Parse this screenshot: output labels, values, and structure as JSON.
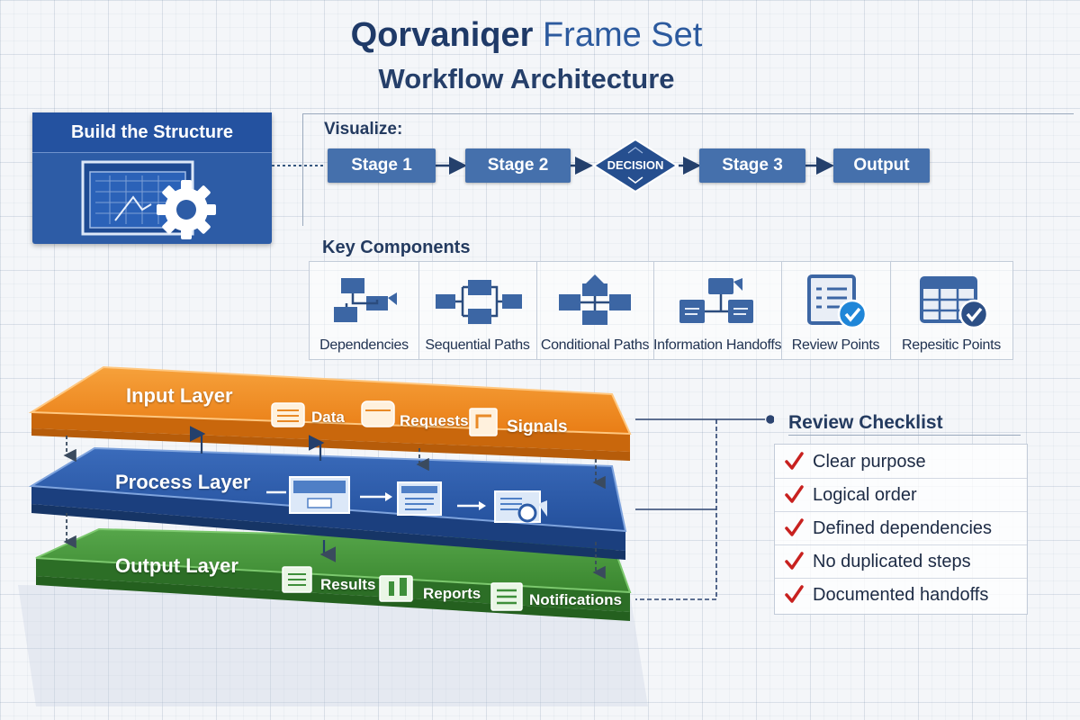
{
  "title": {
    "part1": "Qorvaniqer",
    "part2": "Frame Set",
    "subtitle": "Workflow Architecture"
  },
  "build": {
    "title": "Build the Structure"
  },
  "visualize": {
    "label": "Visualize:",
    "stages": [
      "Stage 1",
      "Stage 2",
      "Stage 3",
      "Output"
    ],
    "decision": "DECISION"
  },
  "key_components": {
    "label": "Key Components",
    "items": [
      {
        "label": "Dependencies",
        "icon": "dependencies-icon"
      },
      {
        "label": "Sequential Paths",
        "icon": "sequential-paths-icon"
      },
      {
        "label": "Conditional Paths",
        "icon": "conditional-paths-icon"
      },
      {
        "label": "Information Handoffs",
        "icon": "information-handoffs-icon"
      },
      {
        "label": "Review Points",
        "icon": "review-points-icon"
      },
      {
        "label": "Repesitic Points",
        "icon": "repesitic-points-icon"
      }
    ]
  },
  "layers": {
    "input": {
      "title": "Input Layer",
      "items": [
        "Data",
        "Requests",
        "Signals"
      ],
      "color": "#f0861f"
    },
    "process": {
      "title": "Process Layer",
      "color": "#2d5ca6"
    },
    "output": {
      "title": "Output Layer",
      "items": [
        "Results",
        "Reports",
        "Notifications"
      ],
      "color": "#3e8f3a"
    }
  },
  "checklist": {
    "title": "Review Checklist",
    "items": [
      "Clear purpose",
      "Logical order",
      "Defined dependencies",
      "No duplicated steps",
      "Documented handoffs"
    ],
    "check_color": "#c8211f"
  },
  "colors": {
    "navy": "#1f3a68",
    "stage_blue": "#4570ac",
    "panel_blue": "#2d5ca6"
  }
}
